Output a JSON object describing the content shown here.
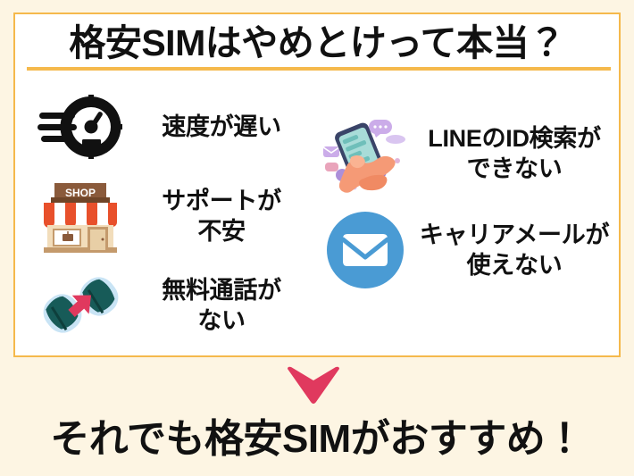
{
  "colors": {
    "page_background": "#FDF5E3",
    "card_background": "#FFFFFF",
    "card_border": "#F5B94C",
    "headline_rule": "#F5B94C",
    "text": "#111111",
    "arrow": "#E0395E",
    "mail_icon_blue": "#4A9BD4",
    "phone_icon_teal": "#175B58",
    "phone_arrow_pink": "#E0395E",
    "shop_awning_red": "#E8502B",
    "shop_sign_brown": "#8A5A3B",
    "shop_wall_cream": "#F2DDBB"
  },
  "card": {
    "headline": "格安SIMはやめとけって本当？"
  },
  "left_column": [
    {
      "icon": "speedometer-icon",
      "label": "速度が遅い"
    },
    {
      "icon": "shop-storefront-icon",
      "icon_text": "SHOP",
      "label": "サポートが\n不安",
      "label_line1": "サポートが",
      "label_line2": "不安"
    },
    {
      "icon": "two-phones-arrow-icon",
      "label": "無料通話が\nない",
      "label_line1": "無料通話が",
      "label_line2": "ない"
    }
  ],
  "right_column": [
    {
      "icon": "hand-holding-smartphone-icon",
      "label": "LINEのID検索が\nできない",
      "label_line1": "LINEのID検索が",
      "label_line2": "できない"
    },
    {
      "icon": "mail-envelope-circle-icon",
      "label": "キャリアメールが\n使えない",
      "label_line1": "キャリアメールが",
      "label_line2": "使えない"
    }
  ],
  "arrow": {
    "icon": "chevron-down-icon",
    "direction": "down"
  },
  "footer": {
    "text": "それでも格安SIMがおすすめ！"
  }
}
